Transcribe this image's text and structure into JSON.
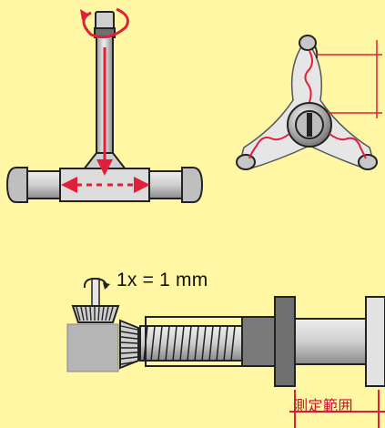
{
  "scale_text": "1x = 1 mm",
  "range_label": "測定範囲",
  "icons": [
    "rotation-arrow-icon",
    "t-handle-tool",
    "three-point-gauge",
    "screw-mechanism"
  ],
  "colors": {
    "background": "#fff7a3",
    "accent": "#e0203a",
    "metal_light": "#d8d8d8",
    "metal_dark": "#444444"
  }
}
